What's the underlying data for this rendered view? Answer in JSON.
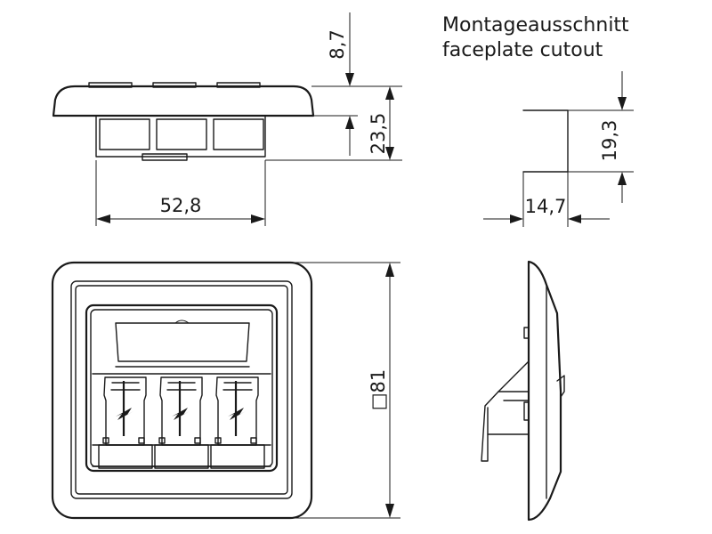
{
  "title": {
    "line1": "Montageausschnitt",
    "line2": "faceplate cutout"
  },
  "dimensions": {
    "top_offset": "8,7",
    "depth": "23,5",
    "width_module": "52,8",
    "cutout_height": "19,3",
    "cutout_width": "14,7",
    "frame_size": "□81"
  },
  "ports": [
    "port-1",
    "port-2",
    "port-3"
  ]
}
